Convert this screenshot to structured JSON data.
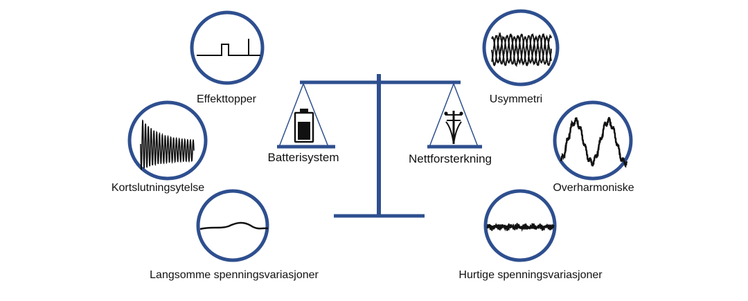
{
  "colors": {
    "ring": "#2e4f8f",
    "balance": "#2e4f8f",
    "waveform": "#111111",
    "text": "#111111"
  },
  "balance": {
    "left_label": "Batterisystem",
    "right_label": "Nettforsterkning",
    "left_icon": "battery-icon",
    "right_icon": "power-pole-icon"
  },
  "phenomena": [
    {
      "label": "Effekttopper",
      "icon": "power-peaks-icon"
    },
    {
      "label": "Kortslutningsytelse",
      "icon": "short-circuit-icon"
    },
    {
      "label": "Langsomme spenningsvariasjoner",
      "icon": "slow-voltage-variation-icon"
    },
    {
      "label": "Usymmetri",
      "icon": "asymmetry-icon"
    },
    {
      "label": "Overharmoniske",
      "icon": "harmonics-icon"
    },
    {
      "label": "Hurtige spenningsvariasjoner",
      "icon": "fast-voltage-variation-icon"
    }
  ]
}
